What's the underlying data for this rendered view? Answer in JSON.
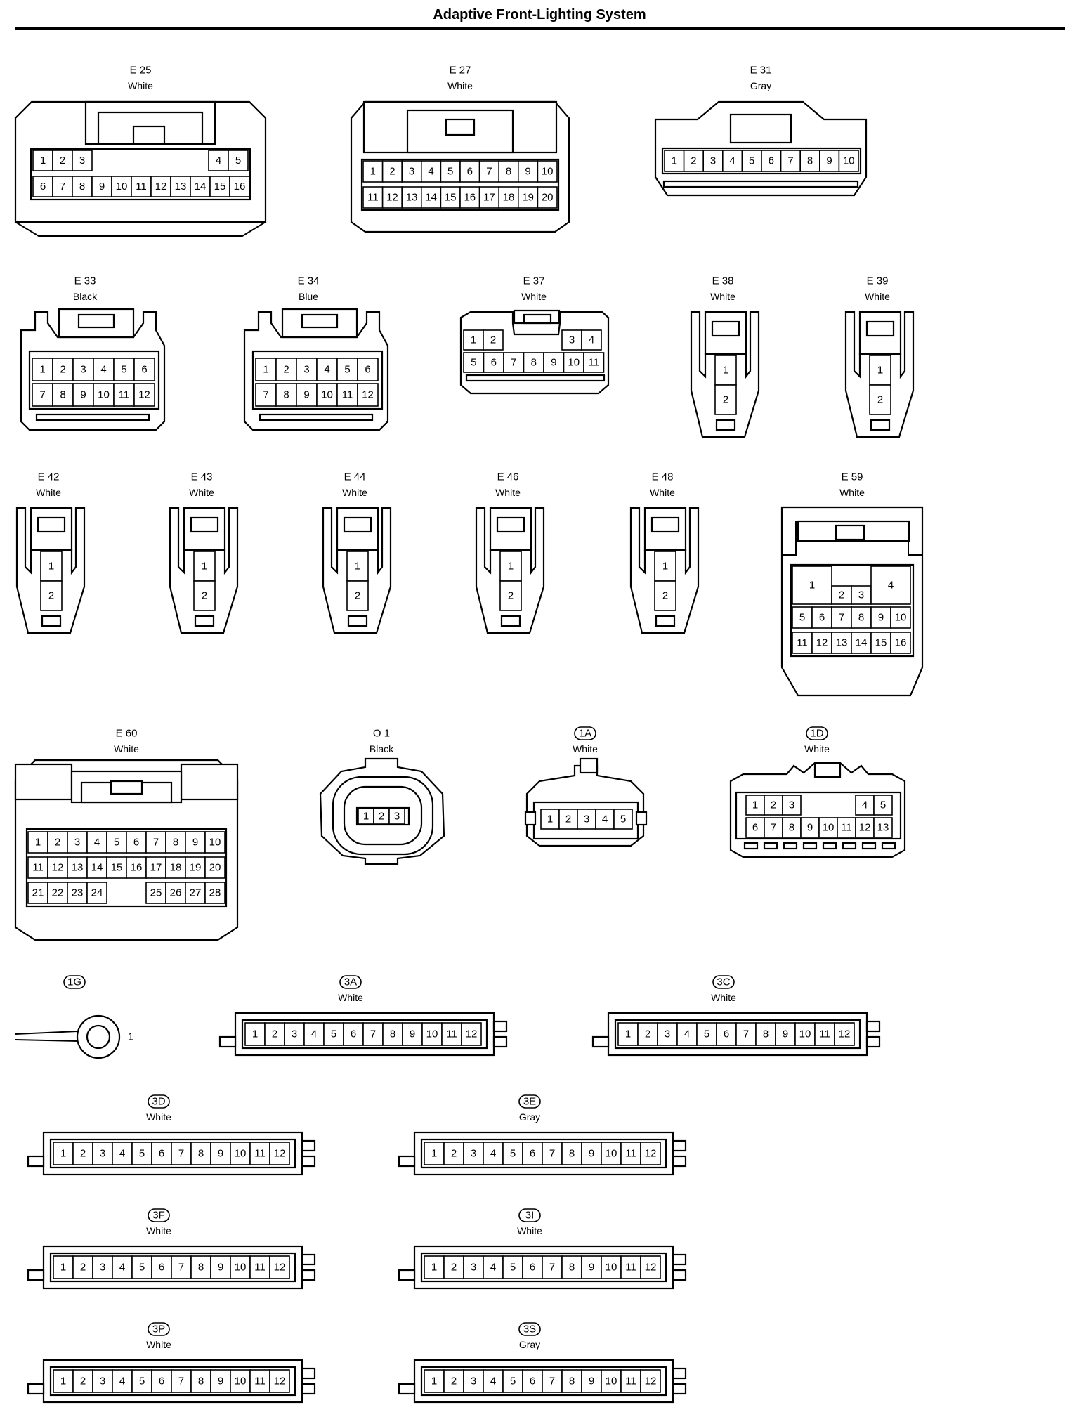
{
  "title": "Adaptive Front-Lighting System",
  "colors": {
    "ink": "#000000",
    "paper": "#ffffff"
  },
  "connectors": [
    {
      "id": "E 25",
      "color": "White",
      "pin_rows": [
        [
          "1",
          "2",
          "3",
          "",
          "4",
          "5"
        ],
        [
          "6",
          "7",
          "8",
          "9",
          "10",
          "11",
          "12",
          "13",
          "14",
          "15",
          "16"
        ]
      ]
    },
    {
      "id": "E 27",
      "color": "White",
      "pin_rows": [
        [
          "1",
          "2",
          "3",
          "4",
          "5",
          "6",
          "7",
          "8",
          "9",
          "10"
        ],
        [
          "11",
          "12",
          "13",
          "14",
          "15",
          "16",
          "17",
          "18",
          "19",
          "20"
        ]
      ]
    },
    {
      "id": "E 31",
      "color": "Gray",
      "pin_rows": [
        [
          "1",
          "2",
          "3",
          "4",
          "5",
          "6",
          "7",
          "8",
          "9",
          "10"
        ]
      ]
    },
    {
      "id": "E 33",
      "color": "Black",
      "pin_rows": [
        [
          "1",
          "2",
          "3",
          "4",
          "5",
          "6"
        ],
        [
          "7",
          "8",
          "9",
          "10",
          "11",
          "12"
        ]
      ]
    },
    {
      "id": "E 34",
      "color": "Blue",
      "pin_rows": [
        [
          "1",
          "2",
          "3",
          "4",
          "5",
          "6"
        ],
        [
          "7",
          "8",
          "9",
          "10",
          "11",
          "12"
        ]
      ]
    },
    {
      "id": "E 37",
      "color": "White",
      "pin_rows": [
        [
          "1",
          "2",
          "3",
          "4"
        ],
        [
          "5",
          "6",
          "7",
          "8",
          "9",
          "10",
          "11"
        ]
      ]
    },
    {
      "id": "E 38",
      "color": "White",
      "pin_rows": [
        [
          "1"
        ],
        [
          "2"
        ]
      ]
    },
    {
      "id": "E 39",
      "color": "White",
      "pin_rows": [
        [
          "1"
        ],
        [
          "2"
        ]
      ]
    },
    {
      "id": "E 42",
      "color": "White",
      "pin_rows": [
        [
          "1"
        ],
        [
          "2"
        ]
      ]
    },
    {
      "id": "E 43",
      "color": "White",
      "pin_rows": [
        [
          "1"
        ],
        [
          "2"
        ]
      ]
    },
    {
      "id": "E 44",
      "color": "White",
      "pin_rows": [
        [
          "1"
        ],
        [
          "2"
        ]
      ]
    },
    {
      "id": "E 46",
      "color": "White",
      "pin_rows": [
        [
          "1"
        ],
        [
          "2"
        ]
      ]
    },
    {
      "id": "E 48",
      "color": "White",
      "pin_rows": [
        [
          "1"
        ],
        [
          "2"
        ]
      ]
    },
    {
      "id": "E 59",
      "color": "White",
      "pin_rows": [
        [
          "1",
          "2",
          "3",
          "4"
        ],
        [
          "5",
          "6",
          "7",
          "8",
          "9",
          "10"
        ],
        [
          "11",
          "12",
          "13",
          "14",
          "15",
          "16"
        ]
      ]
    },
    {
      "id": "E 60",
      "color": "White",
      "pin_rows": [
        [
          "1",
          "2",
          "3",
          "4",
          "5",
          "6",
          "7",
          "8",
          "9",
          "10"
        ],
        [
          "11",
          "12",
          "13",
          "14",
          "15",
          "16",
          "17",
          "18",
          "19",
          "20"
        ],
        [
          "21",
          "22",
          "23",
          "24",
          "25",
          "26",
          "27",
          "28"
        ]
      ]
    },
    {
      "id": "O 1",
      "color": "Black",
      "pin_rows": [
        [
          "1",
          "2",
          "3"
        ]
      ]
    },
    {
      "id": "1A",
      "color": "White",
      "pin_rows": [
        [
          "1",
          "2",
          "3",
          "4",
          "5"
        ]
      ]
    },
    {
      "id": "1D",
      "color": "White",
      "pin_rows": [
        [
          "1",
          "2",
          "3",
          "4",
          "5"
        ],
        [
          "6",
          "7",
          "8",
          "9",
          "10",
          "11",
          "12",
          "13"
        ]
      ]
    },
    {
      "id": "1G",
      "color": "",
      "pin_rows": [
        [
          "1"
        ]
      ]
    },
    {
      "id": "3A",
      "color": "White",
      "pin_rows": [
        [
          "1",
          "2",
          "3",
          "4",
          "5",
          "6",
          "7",
          "8",
          "9",
          "10",
          "11",
          "12"
        ]
      ]
    },
    {
      "id": "3C",
      "color": "White",
      "pin_rows": [
        [
          "1",
          "2",
          "3",
          "4",
          "5",
          "6",
          "7",
          "8",
          "9",
          "10",
          "11",
          "12"
        ]
      ]
    },
    {
      "id": "3D",
      "color": "White",
      "pin_rows": [
        [
          "1",
          "2",
          "3",
          "4",
          "5",
          "6",
          "7",
          "8",
          "9",
          "10",
          "11",
          "12"
        ]
      ]
    },
    {
      "id": "3E",
      "color": "Gray",
      "pin_rows": [
        [
          "1",
          "2",
          "3",
          "4",
          "5",
          "6",
          "7",
          "8",
          "9",
          "10",
          "11",
          "12"
        ]
      ]
    },
    {
      "id": "3F",
      "color": "White",
      "pin_rows": [
        [
          "1",
          "2",
          "3",
          "4",
          "5",
          "6",
          "7",
          "8",
          "9",
          "10",
          "11",
          "12"
        ]
      ]
    },
    {
      "id": "3I",
      "color": "White",
      "pin_rows": [
        [
          "1",
          "2",
          "3",
          "4",
          "5",
          "6",
          "7",
          "8",
          "9",
          "10",
          "11",
          "12"
        ]
      ]
    },
    {
      "id": "3P",
      "color": "White",
      "pin_rows": [
        [
          "1",
          "2",
          "3",
          "4",
          "5",
          "6",
          "7",
          "8",
          "9",
          "10",
          "11",
          "12"
        ]
      ]
    },
    {
      "id": "3S",
      "color": "Gray",
      "pin_rows": [
        [
          "1",
          "2",
          "3",
          "4",
          "5",
          "6",
          "7",
          "8",
          "9",
          "10",
          "11",
          "12"
        ]
      ]
    }
  ]
}
